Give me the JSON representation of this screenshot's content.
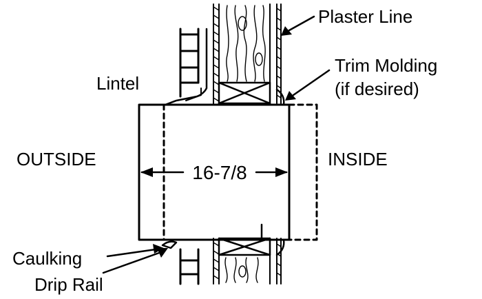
{
  "labels": {
    "plaster_line": "Plaster Line",
    "trim_molding_1": "Trim Molding",
    "trim_molding_2": "(if desired)",
    "lintel": "Lintel",
    "outside": "OUTSIDE",
    "inside": "INSIDE",
    "dimension": "16-7/8",
    "caulking": "Caulking",
    "drip_rail": "Drip Rail"
  },
  "colors": {
    "line": "#000000",
    "background": "#ffffff"
  }
}
